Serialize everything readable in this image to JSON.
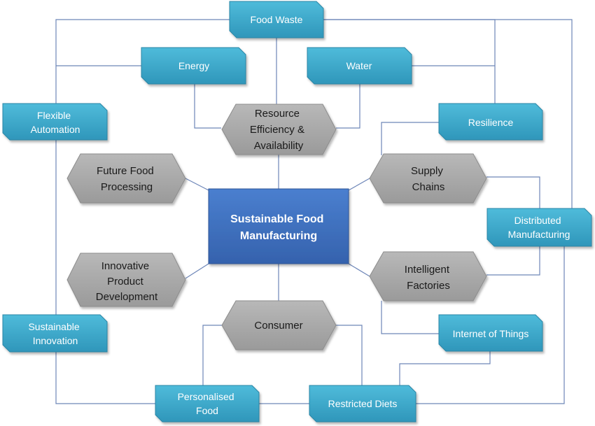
{
  "center": {
    "lines": [
      "Sustainable Food",
      "Manufacturing"
    ]
  },
  "themes": [
    {
      "id": "resource",
      "lines": [
        "Resource",
        "Efficiency &",
        "Availability"
      ]
    },
    {
      "id": "future",
      "lines": [
        "Future Food",
        "Processing"
      ]
    },
    {
      "id": "supply",
      "lines": [
        "Supply",
        "Chains"
      ]
    },
    {
      "id": "innovative",
      "lines": [
        "Innovative",
        "Product",
        "Development"
      ]
    },
    {
      "id": "intelligent",
      "lines": [
        "Intelligent",
        "Factories"
      ]
    },
    {
      "id": "consumer",
      "lines": [
        "Consumer"
      ]
    }
  ],
  "topics": [
    {
      "id": "food-waste",
      "lines": [
        "Food Waste"
      ]
    },
    {
      "id": "energy",
      "lines": [
        "Energy"
      ]
    },
    {
      "id": "water",
      "lines": [
        "Water"
      ]
    },
    {
      "id": "flexible",
      "lines": [
        "Flexible",
        "Automation"
      ]
    },
    {
      "id": "resilience",
      "lines": [
        "Resilience"
      ]
    },
    {
      "id": "distributed",
      "lines": [
        "Distributed",
        "Manufacturing"
      ]
    },
    {
      "id": "sustainable-innov",
      "lines": [
        "Sustainable",
        "Innovation"
      ]
    },
    {
      "id": "iot",
      "lines": [
        "Internet of Things"
      ]
    },
    {
      "id": "personalised",
      "lines": [
        "Personalised",
        "Food"
      ]
    },
    {
      "id": "restricted",
      "lines": [
        "Restricted Diets"
      ]
    }
  ],
  "colors": {
    "center_fill": "#3f6fbf",
    "center_stroke": "#2f5597",
    "blue_fill": "#3ba6c8",
    "blue_stroke": "#2a86a6",
    "gray_fill": "#a7a7a7",
    "gray_stroke": "#8c8c8c",
    "connector": "#6d86b8"
  }
}
